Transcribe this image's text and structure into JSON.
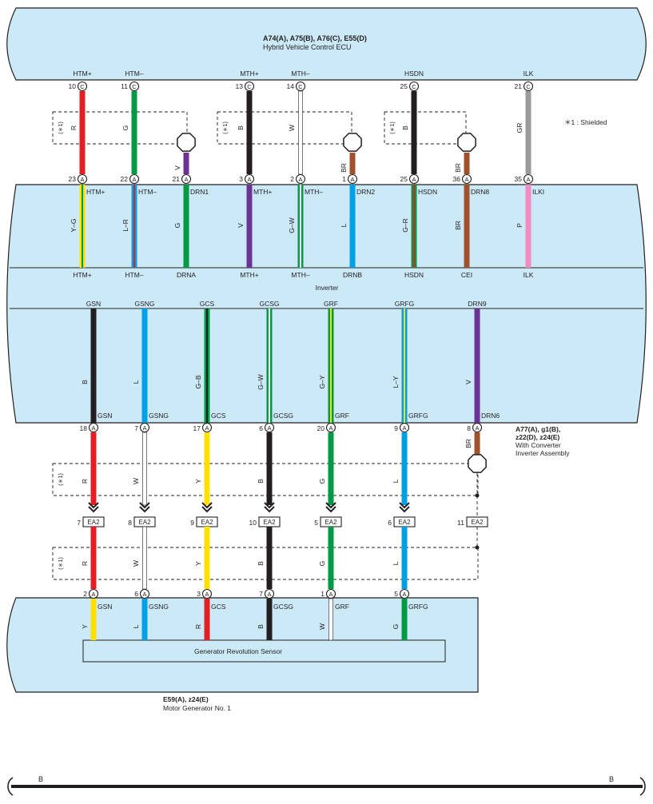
{
  "ecu": {
    "title": "A74(A), A75(B), A76(C), E55(D)",
    "name": "Hybrid Vehicle Control ECU",
    "shield_note": "＊1 : Shielded"
  },
  "shield_label": "(＊1)",
  "inverter_name": "Inverter",
  "assembly": {
    "line1": "A77(A), g1(B),",
    "line2": "z22(D), z24(E)",
    "line3": "With Converter",
    "line4": "Inverter Assembly"
  },
  "motor": {
    "title": "E59(A), z24(E)",
    "name": "Motor Generator No. 1",
    "sensor": "Generator Revolution Sensor"
  },
  "footer": {
    "left": "B",
    "right": "B"
  },
  "connector_labels": {
    "C": "C",
    "A": "A",
    "EA2": "EA2"
  },
  "colors": {
    "R": "#e31e24",
    "G": "#009a44",
    "V": "#6c3296",
    "B": "#231f20",
    "W": "#ffffff",
    "BR": "#a0522d",
    "GR": "#9a9a9a",
    "Y": "#ffe000",
    "L": "#00a0e6",
    "P": "#f08cc0",
    "box": "#cce9f8"
  },
  "upper_wires": [
    {
      "top_term": "HTM+",
      "top_pin": "10",
      "upper_color": "R",
      "bot_pin": "23",
      "inner_top": "HTM+",
      "lower_color": "Y–G",
      "inner_bot": "HTM+"
    },
    {
      "top_term": "HTM–",
      "top_pin": "11",
      "upper_color": "G",
      "bot_pin": "22",
      "inner_top": "HTM–",
      "lower_color": "L–R",
      "inner_bot": "HTM–"
    },
    {
      "top_term": "",
      "top_pin": "",
      "upper_color": "V",
      "bot_pin": "21",
      "inner_top": "DRN1",
      "lower_color": "G",
      "inner_bot": "DRNA"
    },
    {
      "top_term": "MTH+",
      "top_pin": "13",
      "upper_color": "B",
      "bot_pin": "3",
      "inner_top": "MTH+",
      "lower_color": "V",
      "inner_bot": "MTH+"
    },
    {
      "top_term": "MTH–",
      "top_pin": "14",
      "upper_color": "W",
      "bot_pin": "2",
      "inner_top": "MTH–",
      "lower_color": "G–W",
      "inner_bot": "MTH–"
    },
    {
      "top_term": "",
      "top_pin": "",
      "upper_color": "BR",
      "bot_pin": "1",
      "inner_top": "DRN2",
      "lower_color": "L",
      "inner_bot": "DRNB"
    },
    {
      "top_term": "HSDN",
      "top_pin": "25",
      "upper_color": "B",
      "bot_pin": "25",
      "inner_top": "HSDN",
      "lower_color": "G–R",
      "inner_bot": "HSDN"
    },
    {
      "top_term": "",
      "top_pin": "",
      "upper_color": "BR",
      "bot_pin": "36",
      "inner_top": "DRN8",
      "lower_color": "BR",
      "inner_bot": "CEI"
    },
    {
      "top_term": "ILK",
      "top_pin": "21",
      "upper_color": "GR",
      "bot_pin": "35",
      "inner_top": "ILKI",
      "lower_color": "P",
      "inner_bot": "ILK"
    }
  ],
  "lower_wires": [
    {
      "top_term": "GSN",
      "inner_color": "B",
      "inner_term": "GSN",
      "pin": "18",
      "wire1": "R",
      "ea2_top": "7",
      "wire2": "R",
      "mg_pin": "2",
      "mg_color": "Y",
      "mg_term": "GSN"
    },
    {
      "top_term": "GSNG",
      "inner_color": "L",
      "inner_term": "GSNG",
      "pin": "7",
      "wire1": "W",
      "ea2_top": "8",
      "wire2": "W",
      "mg_pin": "6",
      "mg_color": "L",
      "mg_term": "GSNG"
    },
    {
      "top_term": "GCS",
      "inner_color": "G–B",
      "inner_term": "GCS",
      "pin": "17",
      "wire1": "Y",
      "ea2_top": "9",
      "wire2": "Y",
      "mg_pin": "3",
      "mg_color": "R",
      "mg_term": "GCS"
    },
    {
      "top_term": "GCSG",
      "inner_color": "G–W",
      "inner_term": "GCSG",
      "pin": "6",
      "wire1": "B",
      "ea2_top": "10",
      "wire2": "B",
      "mg_pin": "7",
      "mg_color": "B",
      "mg_term": "GCSG"
    },
    {
      "top_term": "GRF",
      "inner_color": "G–Y",
      "inner_term": "GRF",
      "pin": "20",
      "wire1": "G",
      "ea2_top": "5",
      "wire2": "G",
      "mg_pin": "1",
      "mg_color": "W",
      "mg_term": "GRF"
    },
    {
      "top_term": "GRFG",
      "inner_color": "L–Y",
      "inner_term": "GRFG",
      "pin": "9",
      "wire1": "L",
      "ea2_top": "6",
      "wire2": "L",
      "mg_pin": "5",
      "mg_color": "G",
      "mg_term": "GRFG"
    },
    {
      "top_term": "DRN9",
      "inner_color": "V",
      "inner_term": "DRN6",
      "pin": "8",
      "wire1": "BR",
      "ea2_top": "11",
      "wire2": "",
      "mg_pin": "",
      "mg_color": "",
      "mg_term": ""
    }
  ]
}
